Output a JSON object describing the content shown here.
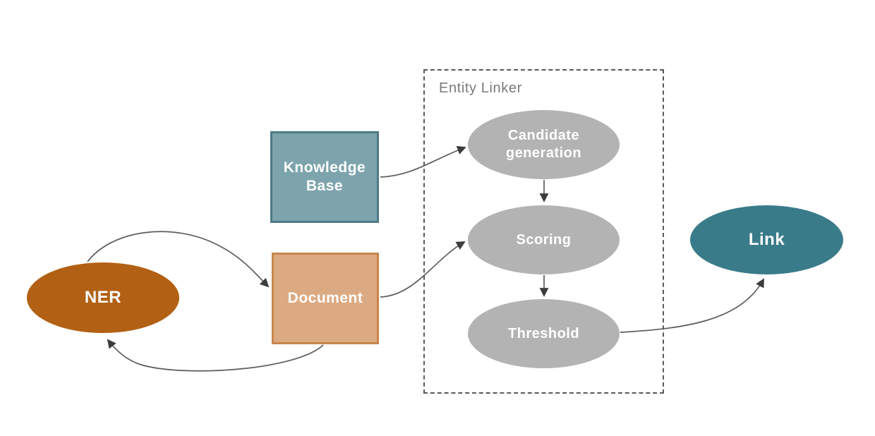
{
  "diagram": {
    "group_label": "Entity Linker",
    "nodes": {
      "ner": {
        "label": "NER",
        "shape": "ellipse"
      },
      "knowledge_base": {
        "label": "Knowledge Base",
        "shape": "rect"
      },
      "document": {
        "label": "Document",
        "shape": "rect"
      },
      "candidate_generation": {
        "label": "Candidate generation",
        "shape": "ellipse"
      },
      "scoring": {
        "label": "Scoring",
        "shape": "ellipse"
      },
      "threshold": {
        "label": "Threshold",
        "shape": "ellipse"
      },
      "link": {
        "label": "Link",
        "shape": "ellipse"
      }
    },
    "edges": [
      {
        "from": "ner",
        "to": "document"
      },
      {
        "from": "document",
        "to": "ner"
      },
      {
        "from": "knowledge_base",
        "to": "candidate_generation"
      },
      {
        "from": "document",
        "to": "scoring"
      },
      {
        "from": "candidate_generation",
        "to": "scoring"
      },
      {
        "from": "scoring",
        "to": "threshold"
      },
      {
        "from": "threshold",
        "to": "link"
      }
    ],
    "colors": {
      "background": "#ffffff",
      "ner_fill": "#b26013",
      "knowledge_base_fill": "#7da4ad",
      "knowledge_base_border": "#4e7a87",
      "document_fill": "#dcaa82",
      "document_border": "#c9854c",
      "process_fill": "#b3b3b3",
      "link_fill": "#3a7b8a",
      "node_text": "#ffffff",
      "group_border": "#5a5a5a",
      "group_label_text": "#7a7a7a",
      "arrow_line": "#5c5c5c",
      "arrow_head": "#3c3c3c"
    }
  }
}
